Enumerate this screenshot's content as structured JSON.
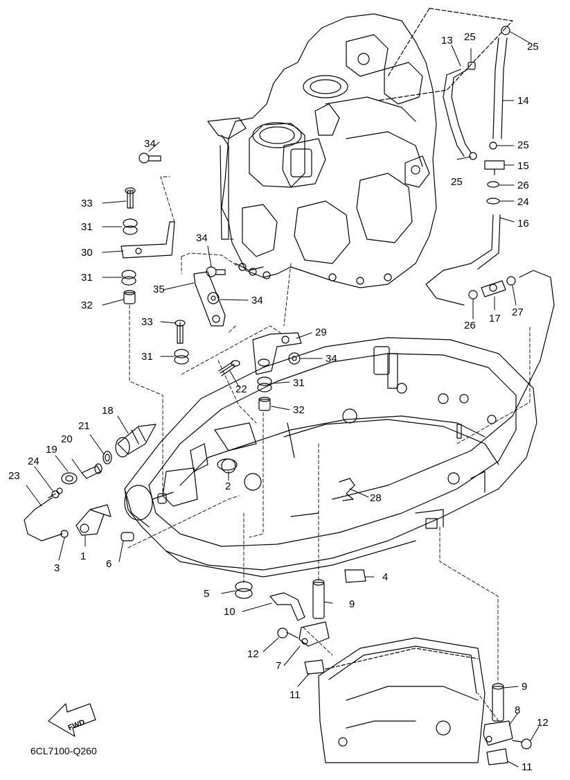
{
  "diagram_code": "6CL7100-Q260",
  "fwd_label": "FWD",
  "callouts": [
    {
      "id": "c1",
      "text": "1"
    },
    {
      "id": "c2",
      "text": "2"
    },
    {
      "id": "c3",
      "text": "3"
    },
    {
      "id": "c4",
      "text": "4"
    },
    {
      "id": "c5",
      "text": "5"
    },
    {
      "id": "c6",
      "text": "6"
    },
    {
      "id": "c7",
      "text": "7"
    },
    {
      "id": "c8",
      "text": "8"
    },
    {
      "id": "c9a",
      "text": "9"
    },
    {
      "id": "c9b",
      "text": "9"
    },
    {
      "id": "c10",
      "text": "10"
    },
    {
      "id": "c11a",
      "text": "11"
    },
    {
      "id": "c11b",
      "text": "11"
    },
    {
      "id": "c12a",
      "text": "12"
    },
    {
      "id": "c12b",
      "text": "12"
    },
    {
      "id": "c13",
      "text": "13"
    },
    {
      "id": "c14",
      "text": "14"
    },
    {
      "id": "c15",
      "text": "15"
    },
    {
      "id": "c16",
      "text": "16"
    },
    {
      "id": "c17",
      "text": "17"
    },
    {
      "id": "c18",
      "text": "18"
    },
    {
      "id": "c19",
      "text": "19"
    },
    {
      "id": "c20",
      "text": "20"
    },
    {
      "id": "c21",
      "text": "21"
    },
    {
      "id": "c22",
      "text": "22"
    },
    {
      "id": "c23",
      "text": "23"
    },
    {
      "id": "c24a",
      "text": "24"
    },
    {
      "id": "c24b",
      "text": "24"
    },
    {
      "id": "c25a",
      "text": "25"
    },
    {
      "id": "c25b",
      "text": "25"
    },
    {
      "id": "c25c",
      "text": "25"
    },
    {
      "id": "c25d",
      "text": "25"
    },
    {
      "id": "c26a",
      "text": "26"
    },
    {
      "id": "c26b",
      "text": "26"
    },
    {
      "id": "c27",
      "text": "27"
    },
    {
      "id": "c28",
      "text": "28"
    },
    {
      "id": "c29",
      "text": "29"
    },
    {
      "id": "c30",
      "text": "30"
    },
    {
      "id": "c31a",
      "text": "31"
    },
    {
      "id": "c31b",
      "text": "31"
    },
    {
      "id": "c31c",
      "text": "31"
    },
    {
      "id": "c31d",
      "text": "31"
    },
    {
      "id": "c32a",
      "text": "32"
    },
    {
      "id": "c32b",
      "text": "32"
    },
    {
      "id": "c33a",
      "text": "33"
    },
    {
      "id": "c33b",
      "text": "33"
    },
    {
      "id": "c34a",
      "text": "34"
    },
    {
      "id": "c34b",
      "text": "34"
    },
    {
      "id": "c34c",
      "text": "34"
    },
    {
      "id": "c34d",
      "text": "34"
    },
    {
      "id": "c35",
      "text": "35"
    }
  ]
}
